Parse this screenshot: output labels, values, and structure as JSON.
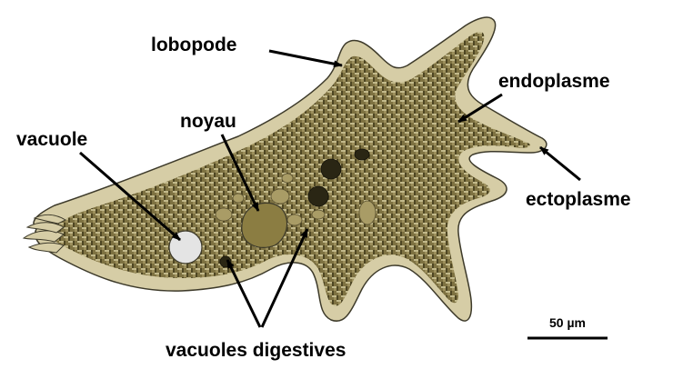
{
  "labels": {
    "lobopode": "lobopode",
    "endoplasme": "endoplasme",
    "noyau": "noyau",
    "vacuole": "vacuole",
    "ectoplasme": "ectoplasme",
    "vacuoles_digestives": "vacuoles digestives"
  },
  "scale_bar": {
    "label": "50 µm"
  },
  "colors": {
    "ectoplasm": "#d6cda6",
    "endoplasm": "#7e7242",
    "endoplasm_dark": "#4e4623",
    "endoplasm_light": "#c2b98b",
    "nucleus": "#8b7d42",
    "vacuole": "#e4e4e4",
    "digestive_vacuole": "#2a2614"
  }
}
